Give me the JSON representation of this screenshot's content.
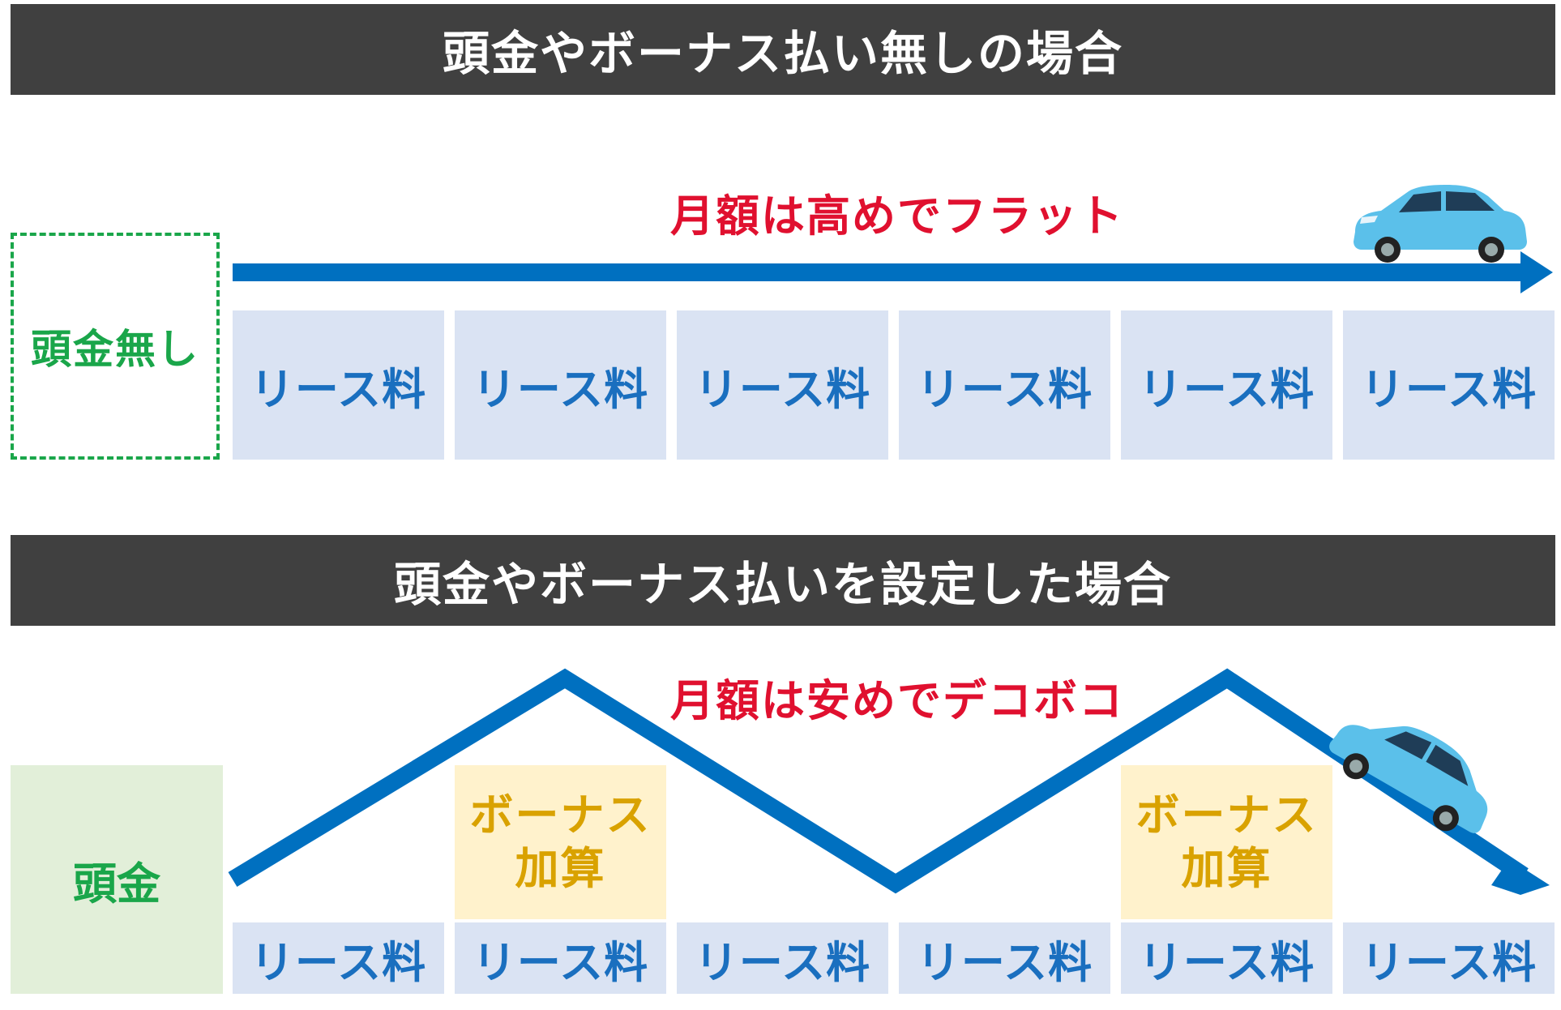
{
  "top": {
    "banner": "頭金やボーナス払い無しの場合",
    "headline": "月額は高めでフラット",
    "down_payment": "頭金無し",
    "lease_label": "リース料"
  },
  "bottom": {
    "banner": "頭金やボーナス払いを設定した場合",
    "headline": "月額は安めでデコボコ",
    "down_payment": "頭金",
    "bonus_line1": "ボーナス",
    "bonus_line2": "加算",
    "lease_label": "リース料"
  },
  "colors": {
    "banner_bg": "#404040",
    "headline": "#e0102f",
    "arrow": "#0070c0",
    "lease_box": "#dae3f3",
    "lease_text": "#1a6fbf",
    "down_payment": "#1aa64a",
    "bonus_box": "#fff2cc",
    "bonus_text": "#d9a200",
    "car": "#5bc0ea"
  },
  "icons": [
    "car-icon",
    "arrow-right-icon",
    "arrow-down-right-icon"
  ]
}
